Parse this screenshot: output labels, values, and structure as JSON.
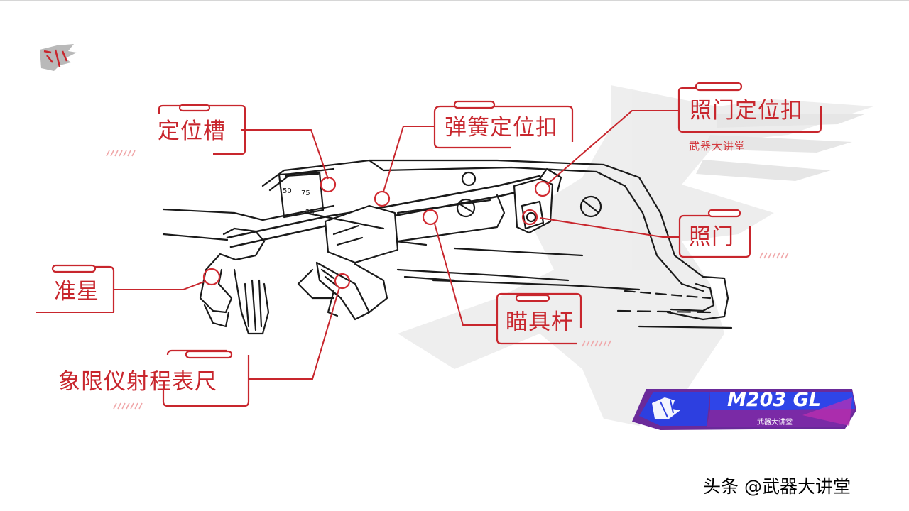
{
  "labels": {
    "dingweicao": "定位槽",
    "tanhuang": "弹簧定位扣",
    "zhaomen_dingwei": "照门定位扣",
    "zhaomen": "照门",
    "zhunxing": "准星",
    "miaojugan": "瞄具杆",
    "xiangxianyi": "象限仪射程表尺"
  },
  "sublabel": "武器大讲堂",
  "badge": {
    "title": "M203 GL",
    "subtitle": "武器大讲堂"
  },
  "quadrant_marks": [
    "50",
    "75",
    "25"
  ],
  "watermark": "头条 @武器大讲堂",
  "colors": {
    "accent": "#c8262d",
    "badge_blue": "#2a3fd6",
    "badge_purple": "#8a2a9c"
  }
}
